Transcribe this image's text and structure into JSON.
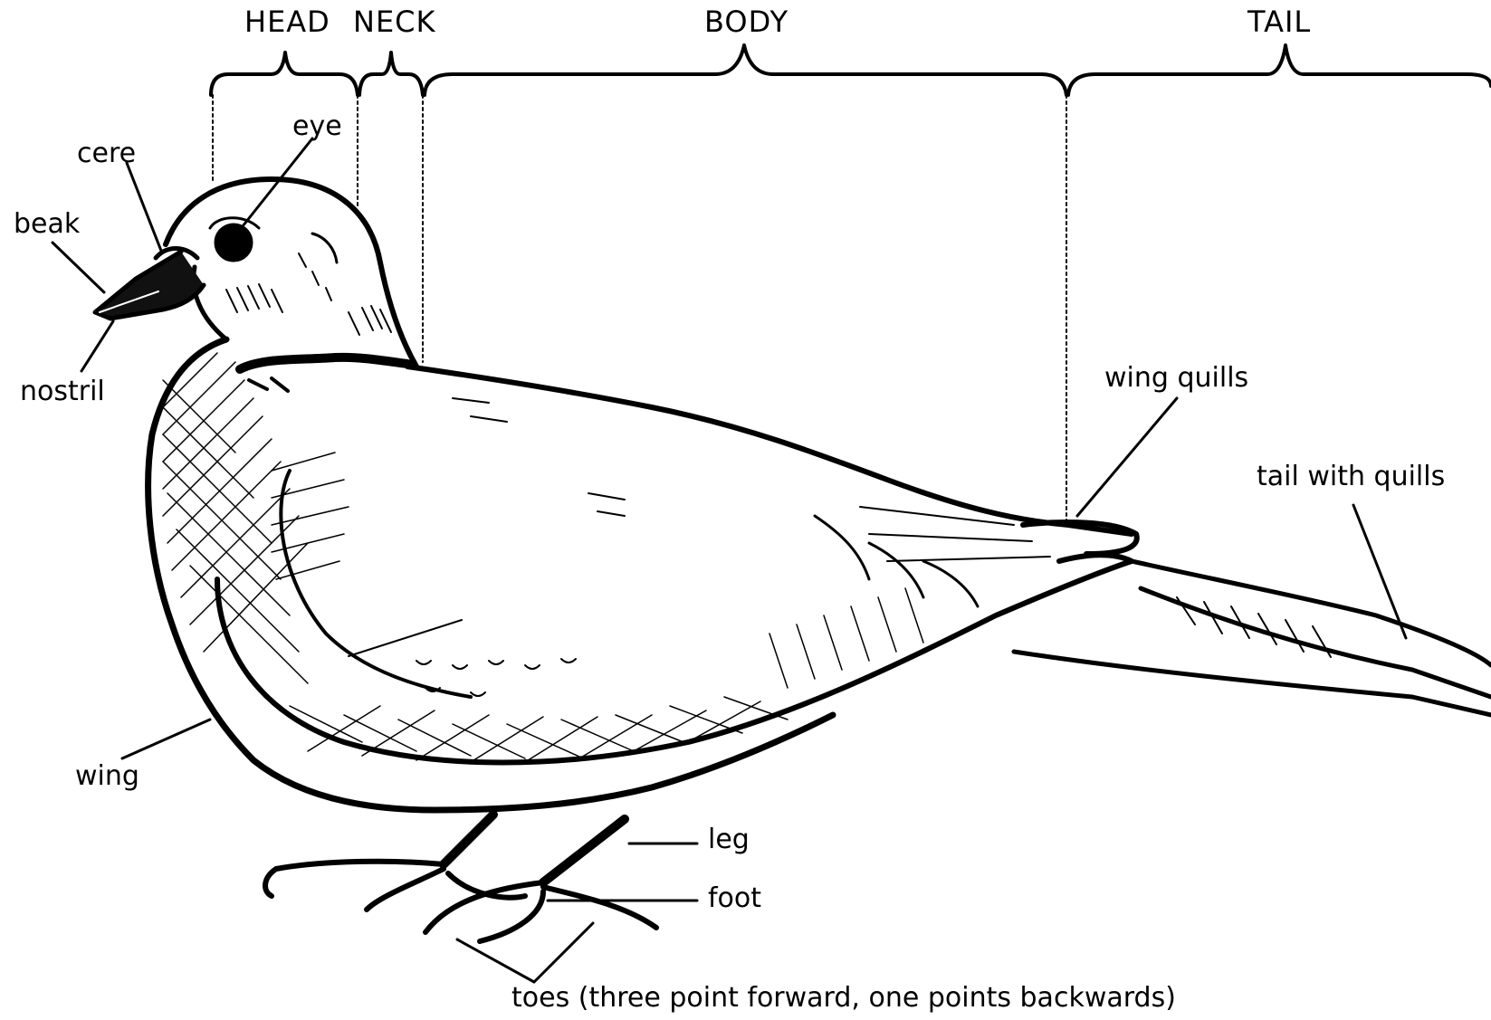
{
  "sections": {
    "head": "HEAD",
    "neck": "NECK",
    "body": "BODY",
    "tail": "TAIL"
  },
  "labels": {
    "eye": "eye",
    "cere": "cere",
    "beak": "beak",
    "nostril": "nostril",
    "wing": "wing",
    "wing_quills": "wing quills",
    "tail_with_quills": "tail with quills",
    "leg": "leg",
    "foot": "foot",
    "toes": "toes (three point forward, one points backwards)"
  }
}
